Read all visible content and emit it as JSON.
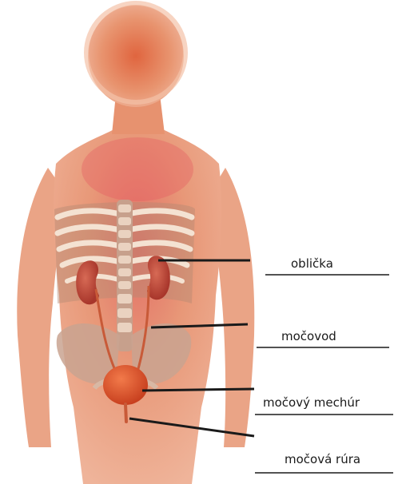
{
  "labels": [
    {
      "id": "oblicka",
      "text": "oblička"
    },
    {
      "id": "mocovod",
      "text": "močovod"
    },
    {
      "id": "mocovy-mechur",
      "text": "močový mechúr"
    },
    {
      "id": "mocova-rura",
      "text": "močová rúra"
    }
  ],
  "colors": {
    "skin": "#e59a78",
    "skin_dark": "#d97a58",
    "head_center": "#e5734e",
    "chest_flush": "#e8606a",
    "bone": "#f2dccb",
    "bone_shadow": "#b88e7a",
    "kidney": "#c24a3a",
    "bladder": "#e2522a",
    "ureter": "#c85a38",
    "leader_line": "#1a1a1a"
  }
}
